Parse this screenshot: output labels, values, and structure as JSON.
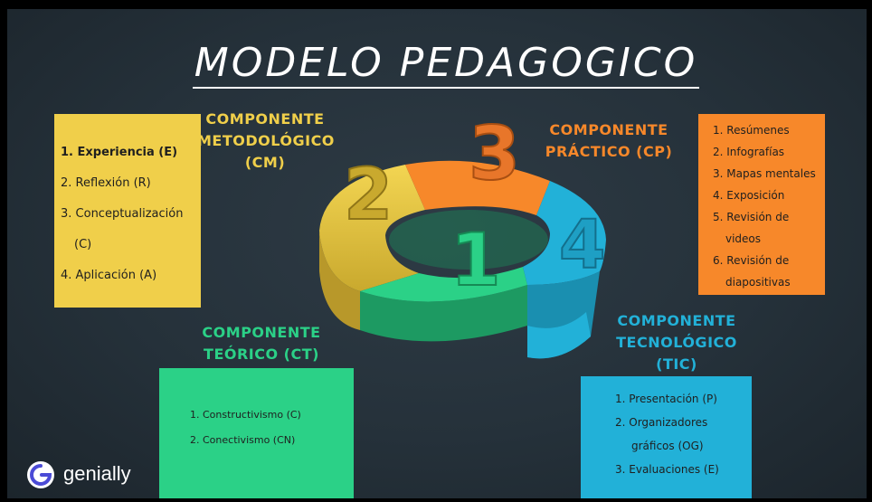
{
  "title": "MODELO PEDAGOGICO",
  "numbers": {
    "one": "1",
    "two": "2",
    "three": "3",
    "four": "4"
  },
  "components": {
    "metodologico": {
      "heading": [
        "COMPONENTE",
        "METODOLÓGICO",
        "(CM)"
      ],
      "items": [
        "1. Experiencia (E)",
        "2. Reflexión (R)",
        "3. Conceptualización",
        "(C)",
        "4. Aplicación (A)"
      ],
      "color": "#f0cf4a"
    },
    "practico": {
      "heading": [
        "COMPONENTE",
        "PRÁCTICO (CP)"
      ],
      "items": [
        "1. Resúmenes",
        "2. Infografías",
        "3. Mapas mentales",
        "4. Exposición",
        "5. Revisión de",
        "videos",
        "6. Revisión de",
        "diapositivas"
      ],
      "color": "#f7882a"
    },
    "teorico": {
      "heading": [
        "COMPONENTE",
        "TEÓRICO (CT)"
      ],
      "items": [
        "1. Constructivismo (C)",
        "2. Conectivismo (CN)"
      ],
      "color": "#2bd187"
    },
    "tecnologico": {
      "heading": [
        "COMPONENTE",
        "TECNOLÓGICO",
        "(TIC)"
      ],
      "items": [
        "1. Presentación (P)",
        "2. Organizadores",
        "gráficos (OG)",
        "3. Evaluaciones (E)"
      ],
      "color": "#22b1d8"
    }
  },
  "logo": {
    "name": "genially",
    "icon": "genially-logo-icon"
  }
}
